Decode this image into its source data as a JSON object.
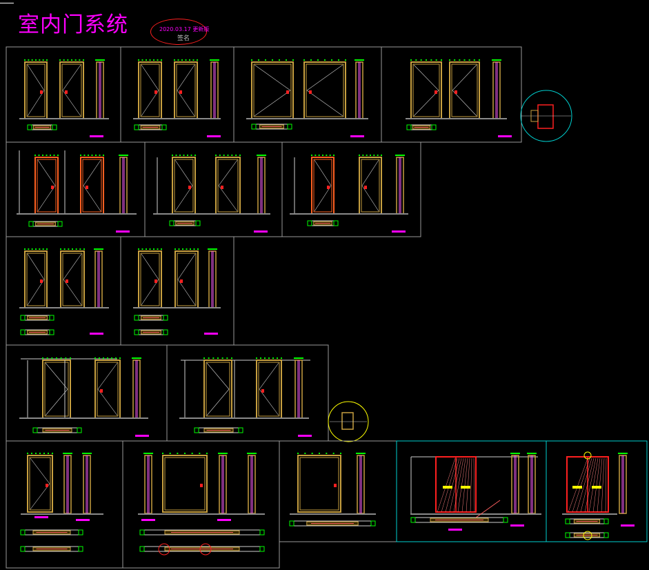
{
  "title": "室内门系统",
  "stamp": {
    "text": "2020.03.17 更新版",
    "signature": "签名"
  },
  "colors": {
    "background": "#000000",
    "title": "#ff00ff",
    "frame": "#c8a040",
    "panel_border": "#9a9a9a",
    "dimension": "#00ff00",
    "cyan_frame": "#00d0d0",
    "red_frame": "#ff2020",
    "yellow_handle": "#ffff00"
  },
  "rows": [
    {
      "panels": 4,
      "layout": "single-swing"
    },
    {
      "panels": 3,
      "layout": "double-leaf"
    },
    {
      "panels": 2,
      "layout": "single-swing"
    },
    {
      "panels": 2,
      "layout": "sliding"
    },
    {
      "panels": 5,
      "layout": "mixed-glass"
    }
  ],
  "detail_callouts": 2
}
